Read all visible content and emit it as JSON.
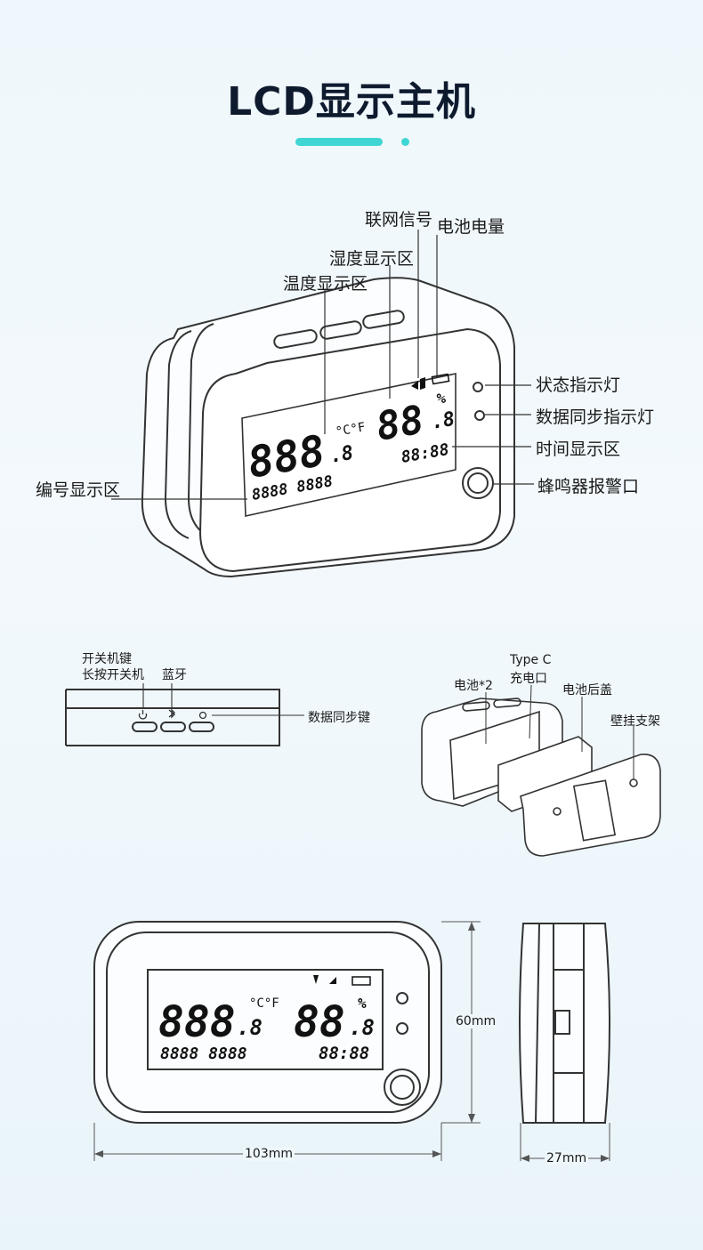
{
  "title": "LCD显示主机",
  "main_callouts": {
    "network_signal": "联网信号",
    "battery_level": "电池电量",
    "humidity_area": "湿度显示区",
    "temperature_area": "温度显示区",
    "status_light": "状态指示灯",
    "sync_light": "数据同步指示灯",
    "time_area": "时间显示区",
    "buzzer": "蜂鸣器报警口",
    "id_area": "编号显示区"
  },
  "lcd": {
    "temp_digits": "888",
    "temp_decimal": ".8",
    "temp_unit": "°C°F",
    "hum_digits": "88",
    "hum_decimal": ".8",
    "hum_unit": "%",
    "time": "88:88",
    "id": "8888 8888"
  },
  "top_view": {
    "power_key": "开关机键",
    "long_press": "长按开关机",
    "bluetooth": "蓝牙",
    "sync_key": "数据同步键"
  },
  "exploded_view": {
    "type_c": "Type C",
    "charge_port": "充电口",
    "batteries": "电池*2",
    "battery_cover": "电池后盖",
    "wall_bracket": "壁挂支架"
  },
  "dimensions": {
    "height": "60mm",
    "width": "103mm",
    "depth": "27mm"
  }
}
